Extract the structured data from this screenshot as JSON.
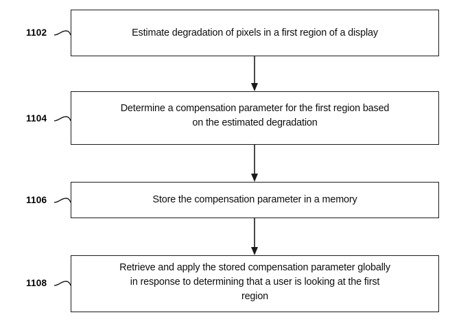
{
  "figure": {
    "type": "patent-flowchart",
    "orientation": "vertical",
    "background_color": "#ffffff",
    "line_color": "#1a1a1a",
    "text_color": "#0d0d0d"
  },
  "steps": [
    {
      "ref": "1102",
      "text": "Estimate degradation of pixels in a first region of a display"
    },
    {
      "ref": "1104",
      "text": "Determine a compensation parameter for the first region based\non the estimated degradation"
    },
    {
      "ref": "1106",
      "text": "Store the compensation parameter in a memory"
    },
    {
      "ref": "1108",
      "text": "Retrieve and apply the stored compensation parameter globally\nin response to determining that a user is looking at the first\nregion"
    }
  ],
  "connectors": [
    {
      "from": "1102",
      "to": "1104"
    },
    {
      "from": "1104",
      "to": "1106"
    },
    {
      "from": "1106",
      "to": "1108"
    }
  ]
}
